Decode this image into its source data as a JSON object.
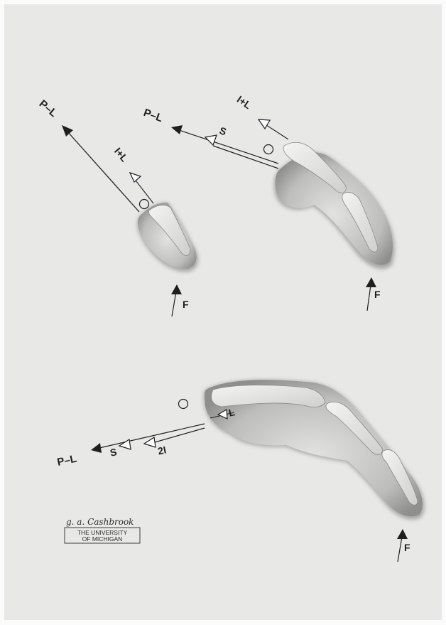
{
  "figure": {
    "colors": {
      "paper": "#e8e8e6",
      "ink": "#1f1f1f",
      "tissue": "#cfcfcd",
      "tissue_dark": "#8c8c8a",
      "bone": "#ececea"
    },
    "labels": {
      "p_l": "P–L",
      "i_l": "I+L",
      "s": "S",
      "f": "F",
      "l": "L",
      "two_i": "2I"
    },
    "credit": {
      "signature": "g. a. Cashbrook",
      "institution_line1": "THE UNIVERSITY",
      "institution_line2": "OF MICHIGAN"
    }
  }
}
